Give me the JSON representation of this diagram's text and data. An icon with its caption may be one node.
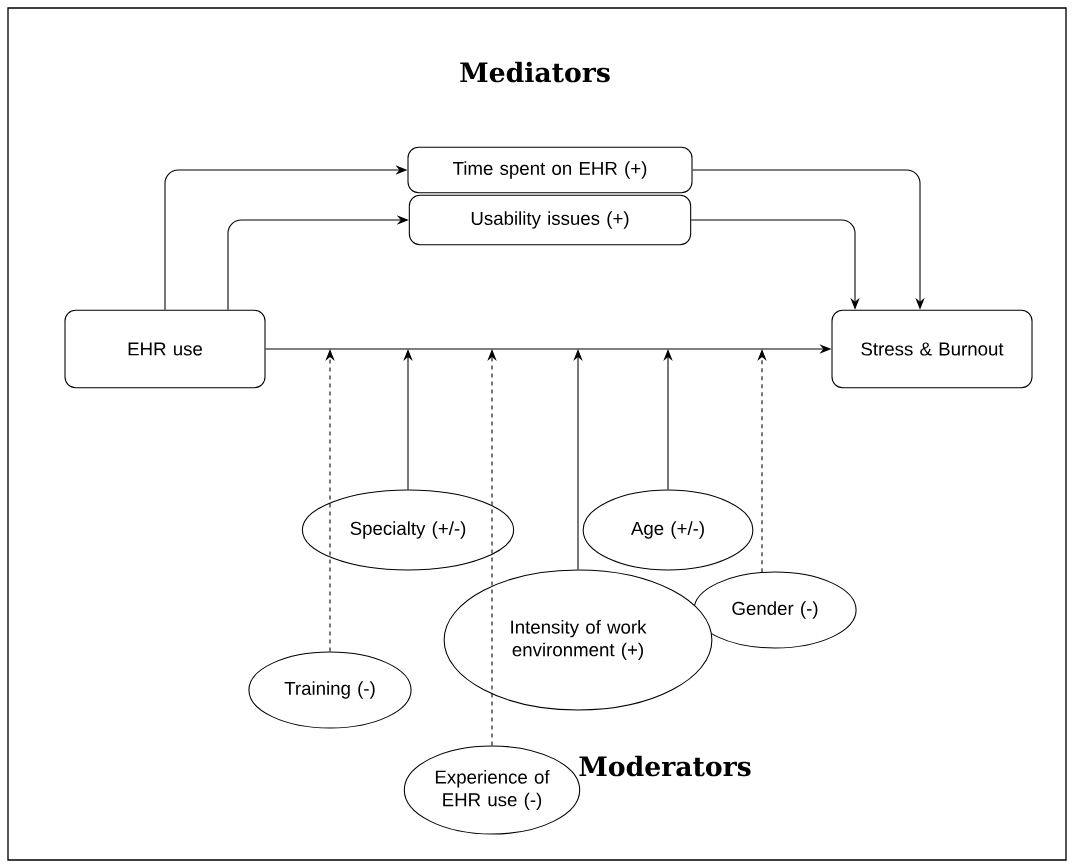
{
  "diagram": {
    "nodes": [
      {
        "text": [
          "Time spent on EHR (+)"
        ]
      },
      {
        "text": [
          "Usability issues (+)"
        ]
      },
      {
        "text": [
          "EHR use"
        ]
      },
      {
        "text": [
          "Stress & Burnout"
        ]
      },
      {
        "text": [
          "Specialty (+/-)"
        ]
      },
      {
        "text": [
          "Age (+/-)"
        ]
      },
      {
        "text": [
          "Gender (-)"
        ]
      },
      {
        "text": [
          "Intensity of work environment (+)"
        ]
      },
      {
        "text": [
          "Training (-)"
        ]
      },
      {
        "text": [
          "Experience of EHR use (-)"
        ]
      }
    ],
    "edges": [
      {
        "from": 2,
        "to": 0,
        "arrow": "to"
      },
      {
        "from": 2,
        "to": 1,
        "arrow": "to"
      },
      {
        "from": 0,
        "to": 3,
        "arrow": "to"
      },
      {
        "from": 1,
        "to": 3,
        "arrow": "to"
      },
      {
        "from": 2,
        "to": 3,
        "arrow": "to"
      },
      {
        "from": 8,
        "to": null,
        "arrow": "to",
        "style": "dashed"
      },
      {
        "from": 4,
        "to": null,
        "arrow": "to"
      },
      {
        "from": 9,
        "to": null,
        "arrow": "to",
        "style": "dashed"
      },
      {
        "from": 7,
        "to": null,
        "arrow": "to"
      },
      {
        "from": 5,
        "to": null,
        "arrow": "to"
      },
      {
        "from": 6,
        "to": null,
        "arrow": "to",
        "style": "dashed"
      }
    ],
    "labels": [
      "Mediators",
      "Moderators"
    ]
  }
}
